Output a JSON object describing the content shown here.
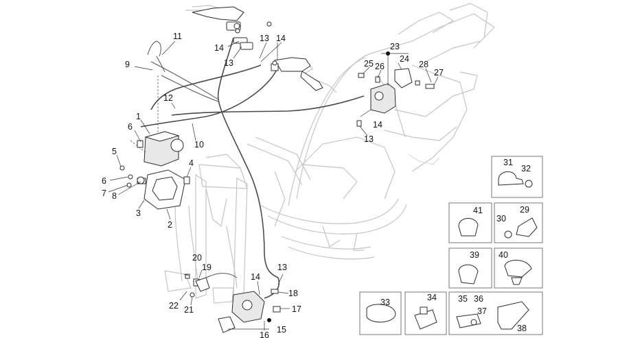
{
  "callouts": [
    {
      "id": "c1",
      "text": "1"
    },
    {
      "id": "c2",
      "text": "2"
    },
    {
      "id": "c3",
      "text": "3"
    },
    {
      "id": "c4",
      "text": "4"
    },
    {
      "id": "c5",
      "text": "5"
    },
    {
      "id": "c6a",
      "text": "6"
    },
    {
      "id": "c6b",
      "text": "6"
    },
    {
      "id": "c7",
      "text": "7"
    },
    {
      "id": "c8",
      "text": "8"
    },
    {
      "id": "c9",
      "text": "9"
    },
    {
      "id": "c10",
      "text": "10"
    },
    {
      "id": "c11",
      "text": "11"
    },
    {
      "id": "c12",
      "text": "12"
    },
    {
      "id": "c13a",
      "text": "13"
    },
    {
      "id": "c13b",
      "text": "13"
    },
    {
      "id": "c13c",
      "text": "13"
    },
    {
      "id": "c13d",
      "text": "13"
    },
    {
      "id": "c14a",
      "text": "14"
    },
    {
      "id": "c14b",
      "text": "14"
    },
    {
      "id": "c14c",
      "text": "14"
    },
    {
      "id": "c14d",
      "text": "14"
    },
    {
      "id": "c15",
      "text": "15"
    },
    {
      "id": "c16",
      "text": "16"
    },
    {
      "id": "c17",
      "text": "17"
    },
    {
      "id": "c18",
      "text": "18"
    },
    {
      "id": "c19",
      "text": "19"
    },
    {
      "id": "c20",
      "text": "20"
    },
    {
      "id": "c21",
      "text": "21"
    },
    {
      "id": "c22",
      "text": "22"
    },
    {
      "id": "c23",
      "text": "23"
    },
    {
      "id": "c24",
      "text": "24"
    },
    {
      "id": "c25",
      "text": "25"
    },
    {
      "id": "c26",
      "text": "26"
    },
    {
      "id": "c27",
      "text": "27"
    },
    {
      "id": "c28",
      "text": "28"
    },
    {
      "id": "c29",
      "text": "29"
    },
    {
      "id": "c30",
      "text": "30"
    },
    {
      "id": "c31",
      "text": "31"
    },
    {
      "id": "c32",
      "text": "32"
    },
    {
      "id": "c33",
      "text": "33"
    },
    {
      "id": "c34",
      "text": "34"
    },
    {
      "id": "c35",
      "text": "35"
    },
    {
      "id": "c36",
      "text": "36"
    },
    {
      "id": "c37",
      "text": "37"
    },
    {
      "id": "c38",
      "text": "38"
    },
    {
      "id": "c39",
      "text": "39"
    },
    {
      "id": "c40",
      "text": "40"
    },
    {
      "id": "c41",
      "text": "41"
    }
  ],
  "colors": {
    "line": "#2a2a2a",
    "ghost": "#c4c4c4",
    "text": "#111111"
  }
}
